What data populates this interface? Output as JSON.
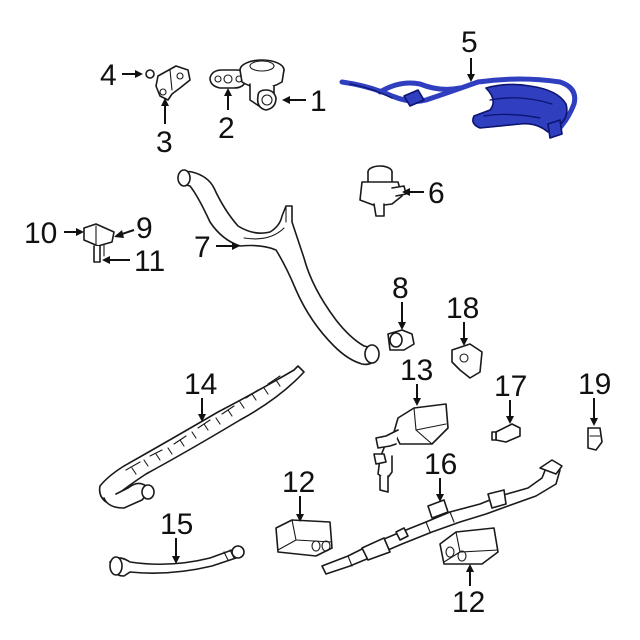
{
  "callouts": [
    {
      "id": "c1",
      "label": "1"
    },
    {
      "id": "c2",
      "label": "2"
    },
    {
      "id": "c3",
      "label": "3"
    },
    {
      "id": "c4",
      "label": "4"
    },
    {
      "id": "c5",
      "label": "5"
    },
    {
      "id": "c6",
      "label": "6"
    },
    {
      "id": "c7",
      "label": "7"
    },
    {
      "id": "c8",
      "label": "8"
    },
    {
      "id": "c9",
      "label": "9"
    },
    {
      "id": "c10",
      "label": "10"
    },
    {
      "id": "c11",
      "label": "11"
    },
    {
      "id": "c12a",
      "label": "12"
    },
    {
      "id": "c12b",
      "label": "12"
    },
    {
      "id": "c13",
      "label": "13"
    },
    {
      "id": "c14",
      "label": "14"
    },
    {
      "id": "c15",
      "label": "15"
    },
    {
      "id": "c16",
      "label": "16"
    },
    {
      "id": "c17",
      "label": "17"
    },
    {
      "id": "c18",
      "label": "18"
    },
    {
      "id": "c19",
      "label": "19"
    }
  ],
  "colors": {
    "highlight": "#2f3fbf",
    "line": "#111111",
    "background": "#ffffff"
  }
}
